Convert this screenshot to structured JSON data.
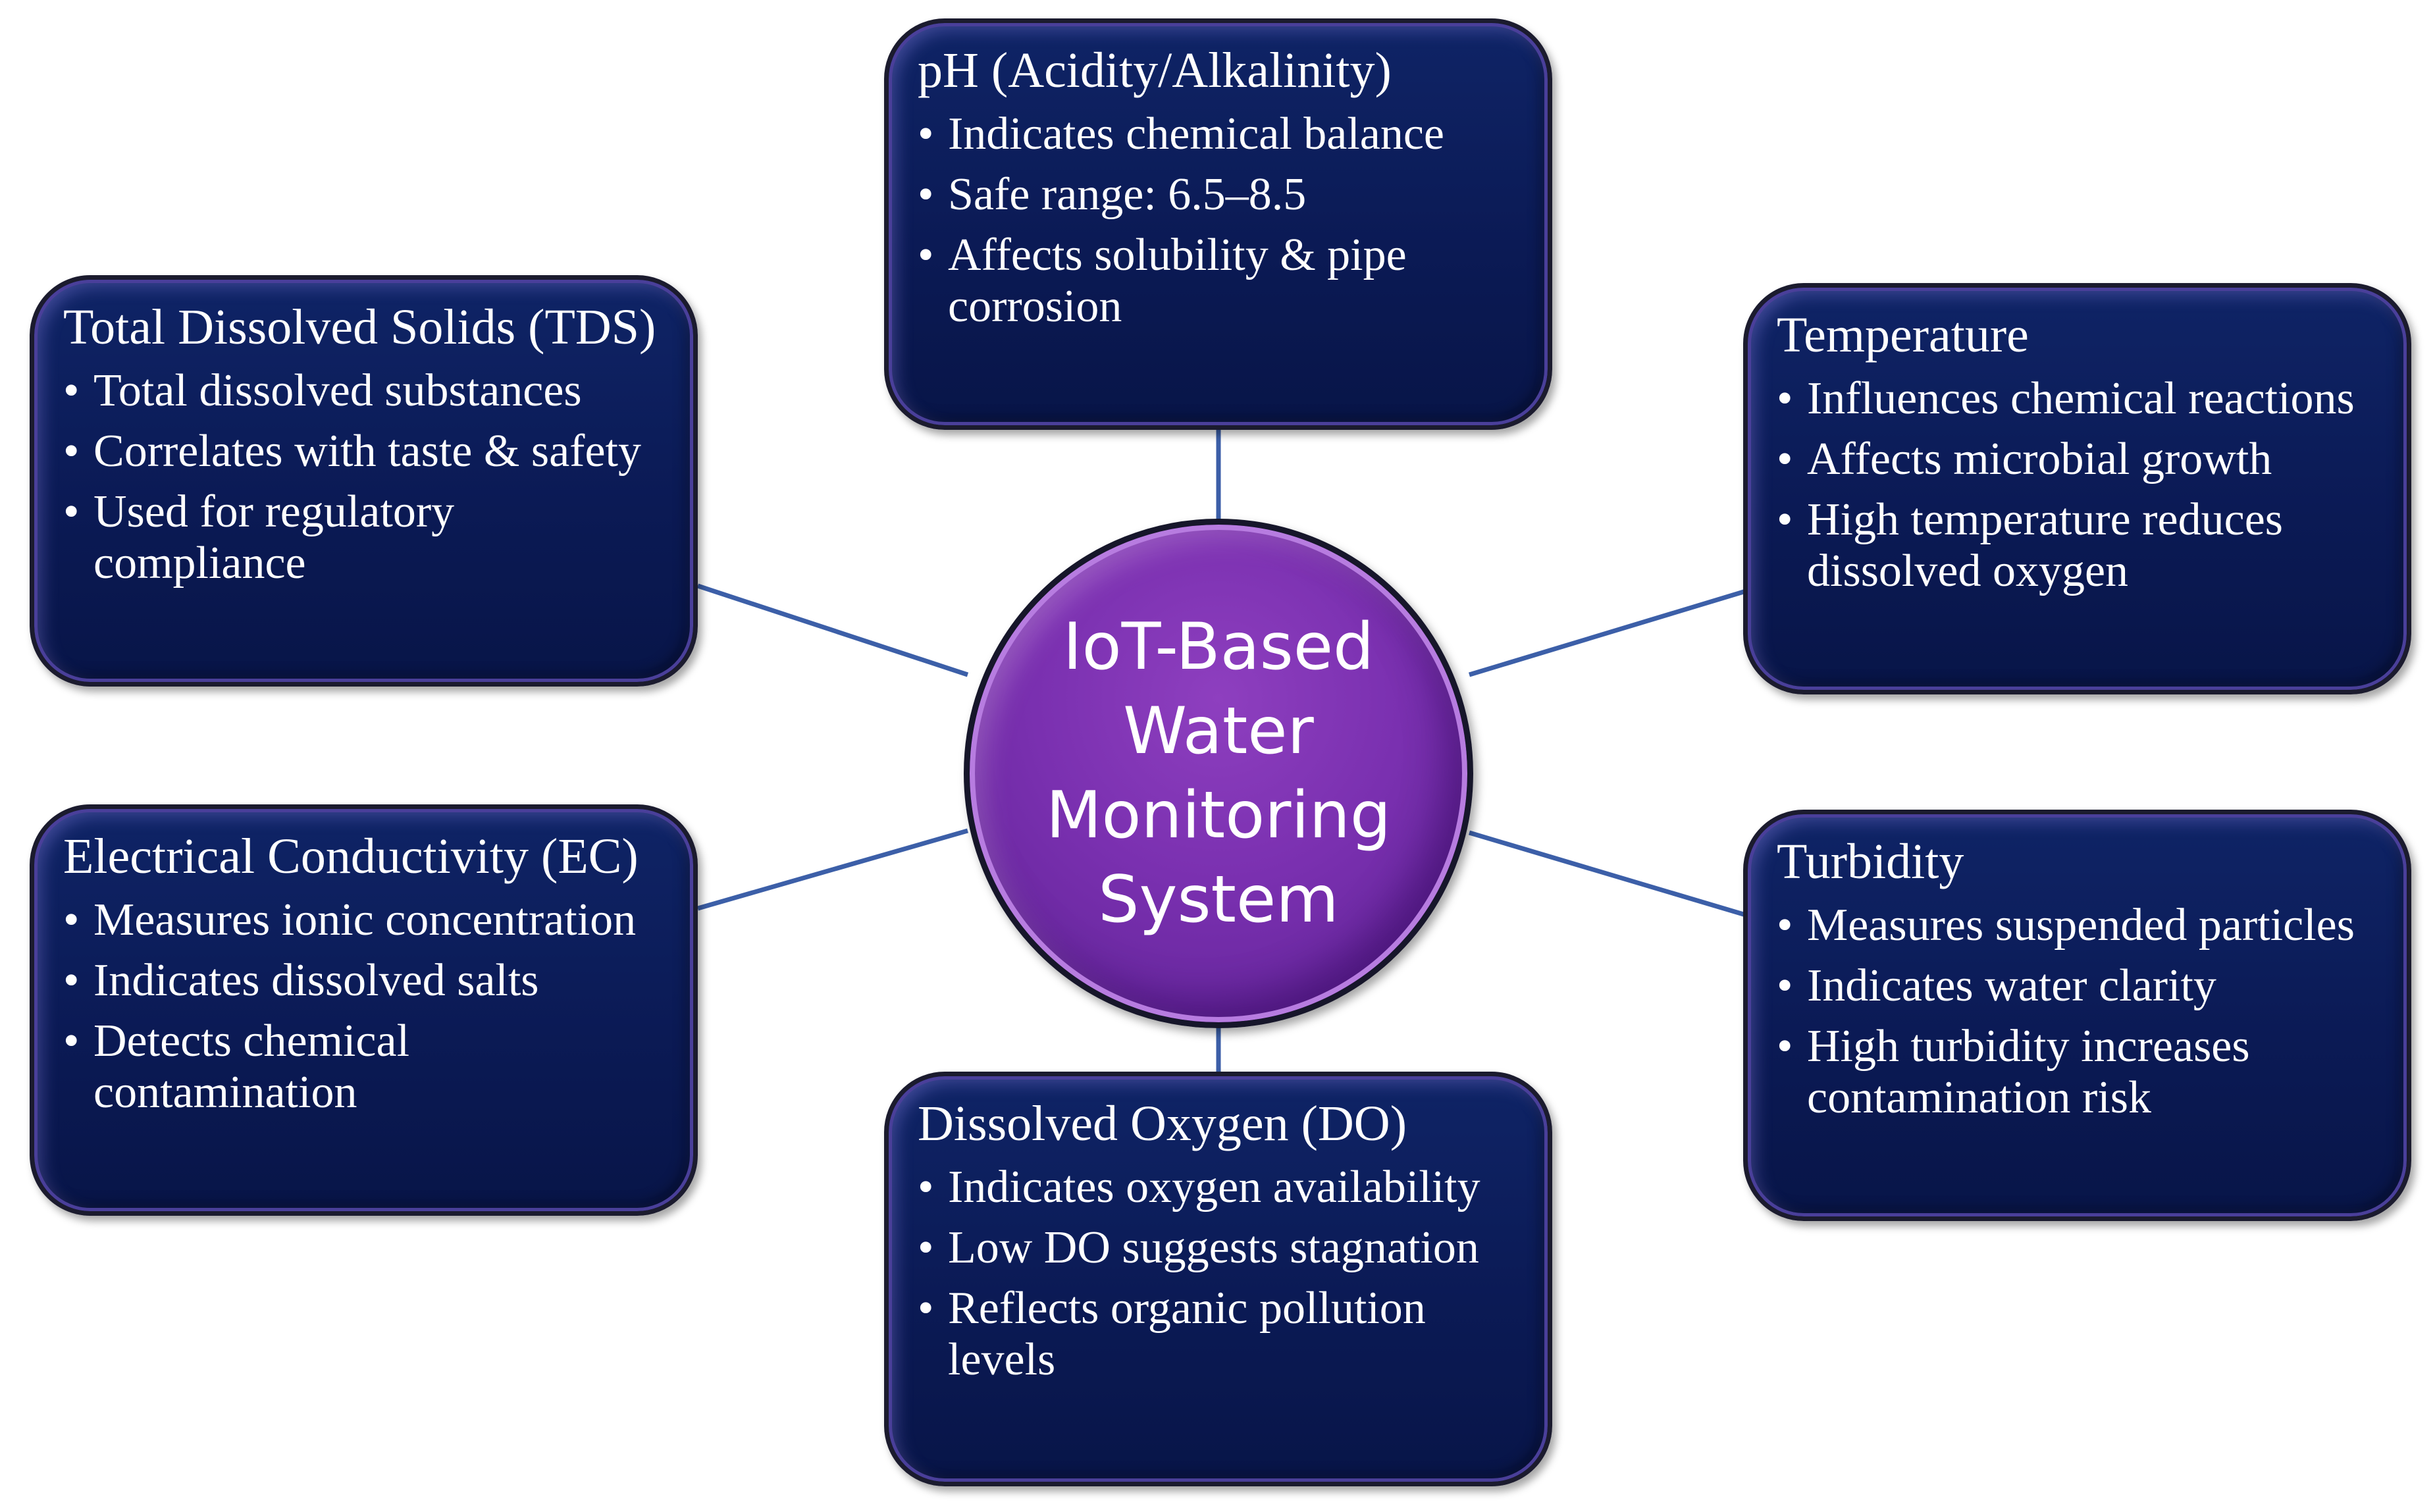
{
  "hub": {
    "label": "IoT-Based Water Monitoring System"
  },
  "nodes": [
    {
      "id": "ph",
      "title": "pH (Acidity/Alkalinity)",
      "items": [
        "Indicates chemical balance",
        "Safe range: 6.5–8.5",
        "Affects solubility & pipe corrosion"
      ]
    },
    {
      "id": "tds",
      "title": "Total Dissolved Solids (TDS)",
      "items": [
        "Total dissolved substances",
        "Correlates with taste & safety",
        "Used for regulatory compliance"
      ]
    },
    {
      "id": "temperature",
      "title": "Temperature",
      "items": [
        "Influences chemical reactions",
        "Affects microbial growth",
        "High temperature reduces dissolved oxygen"
      ]
    },
    {
      "id": "ec",
      "title": "Electrical Conductivity (EC)",
      "items": [
        "Measures ionic concentration",
        "Indicates dissolved salts",
        "Detects chemical contamination"
      ]
    },
    {
      "id": "turbidity",
      "title": "Turbidity",
      "items": [
        "Measures suspended particles",
        "Indicates water clarity",
        "High turbidity increases contamination risk"
      ]
    },
    {
      "id": "do",
      "title": "Dissolved Oxygen (DO)",
      "items": [
        "Indicates oxygen availability",
        "Low DO suggests stagnation",
        "Reflects organic pollution levels"
      ]
    }
  ],
  "colors": {
    "node_fill": "#0b1a55",
    "hub_fill": "#7a30b0",
    "connector": "#3c5fa8"
  }
}
